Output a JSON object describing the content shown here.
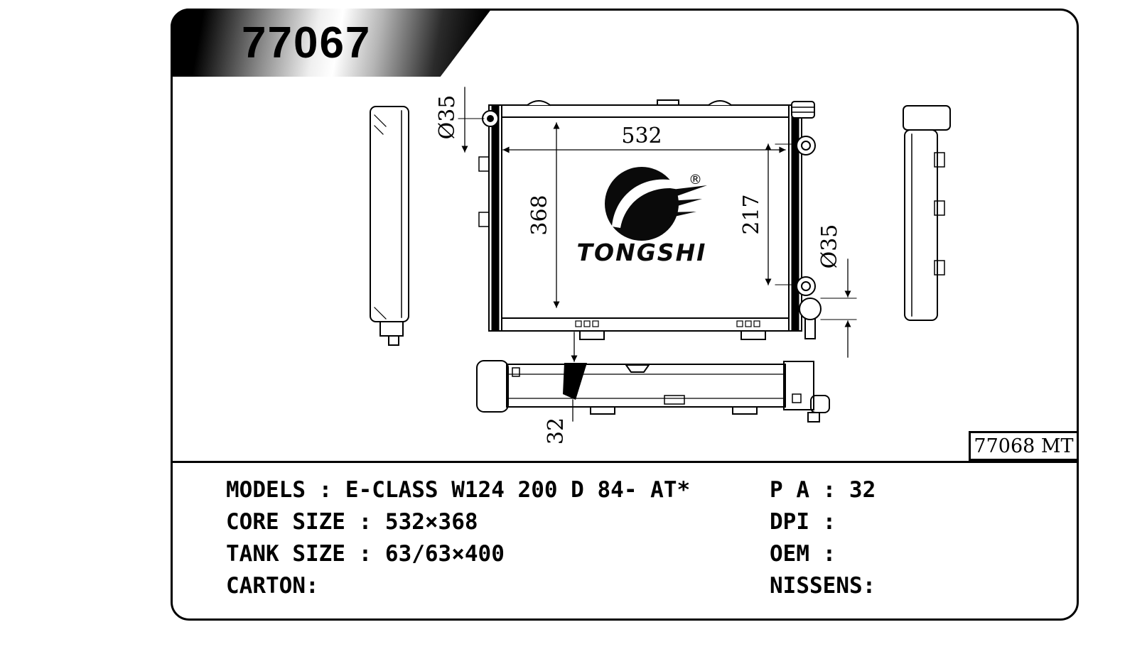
{
  "banner": {
    "part_number": "77067"
  },
  "ref_box": {
    "text": "77068 MT"
  },
  "logo": {
    "brand": "TONGSHI",
    "registered": "®"
  },
  "dimensions": {
    "core_width": "532",
    "core_height": "368",
    "port_span": "217",
    "inlet_diameter": "Ø35",
    "outlet_diameter": "Ø35",
    "thickness": "32"
  },
  "specs": {
    "left": [
      {
        "label": "MODELS :",
        "value": "E-CLASS W124 200 D 84- AT*"
      },
      {
        "label": "CORE SIZE :",
        "value": "532×368"
      },
      {
        "label": "TANK SIZE :",
        "value": "63/63×400"
      },
      {
        "label": "CARTON:",
        "value": ""
      }
    ],
    "right": [
      {
        "label": "P A :",
        "value": "32"
      },
      {
        "label": "DPI :",
        "value": ""
      },
      {
        "label": "OEM :",
        "value": ""
      },
      {
        "label": "NISSENS:",
        "value": ""
      }
    ]
  }
}
